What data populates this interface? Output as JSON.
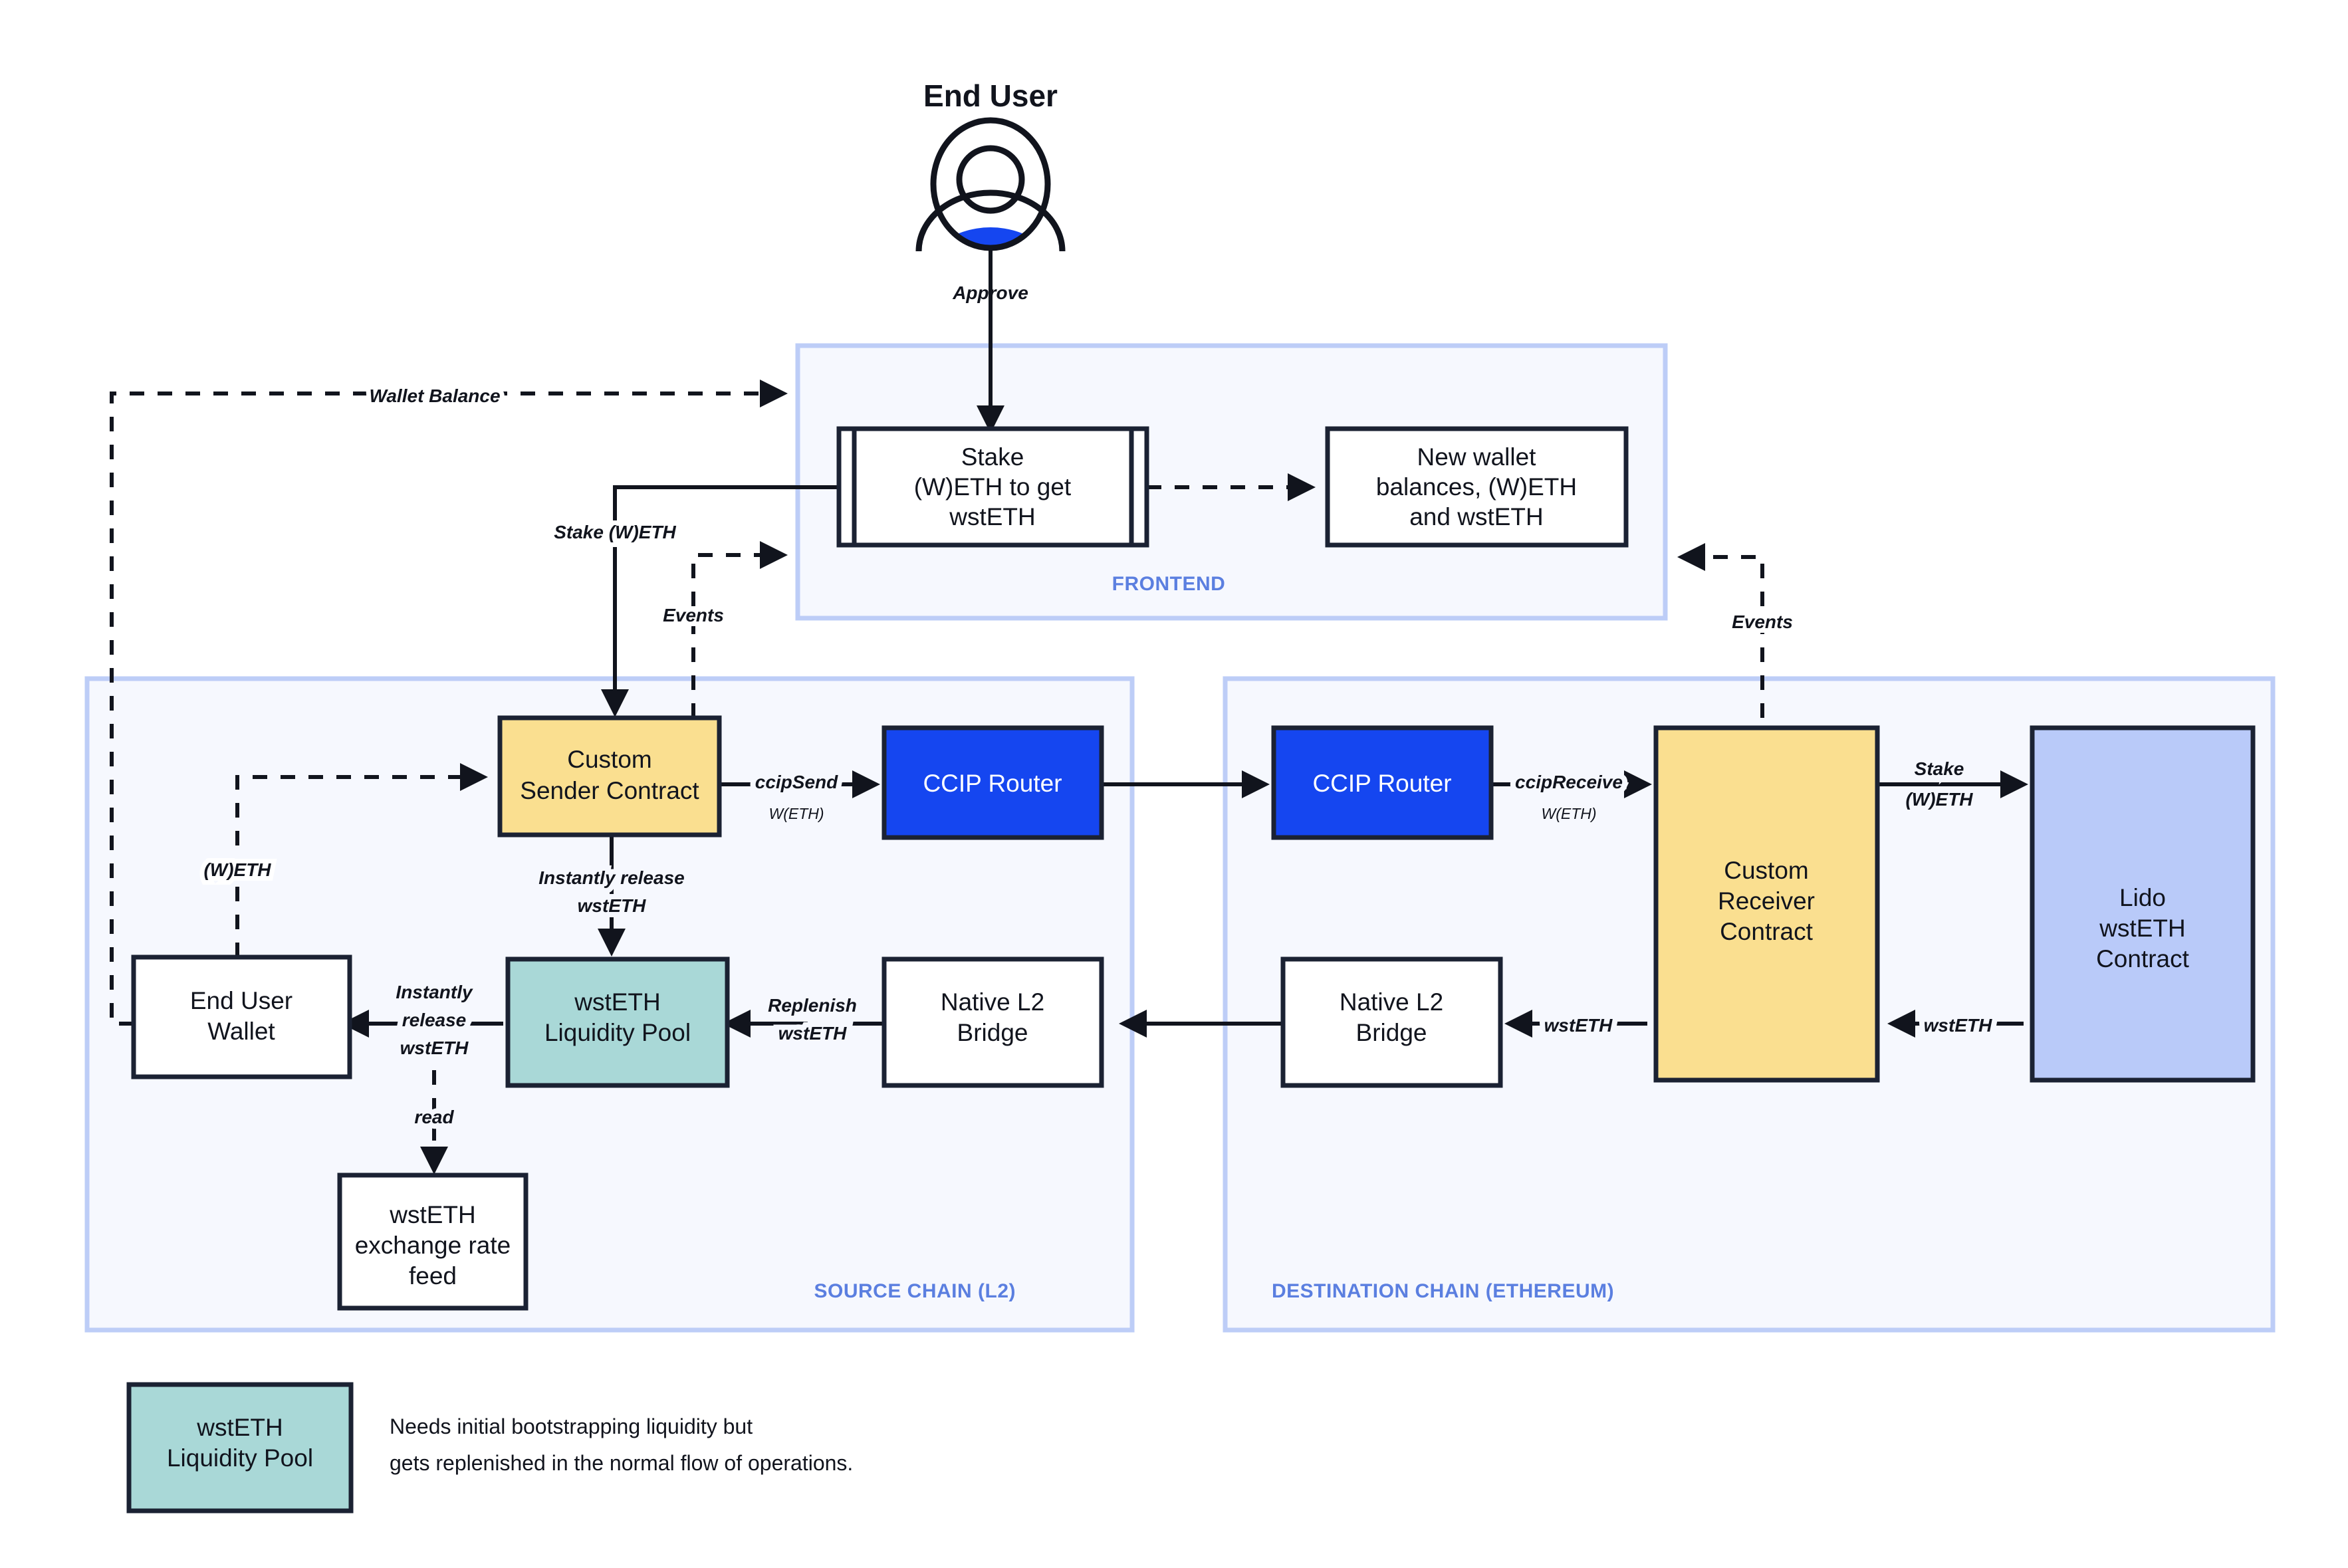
{
  "title": "End User",
  "groups": {
    "frontend": "FRONTEND",
    "source_chain": "SOURCE CHAIN (L2)",
    "destination_chain": "DESTINATION CHAIN (ETHEREUM)"
  },
  "nodes": {
    "stake_form": {
      "lines": [
        "Stake",
        "(W)ETH to get",
        "wstETH"
      ],
      "fill": "#ffffff",
      "shape": "process"
    },
    "new_balances": {
      "lines": [
        "New wallet",
        "balances, (W)ETH",
        "and wstETH"
      ],
      "fill": "#ffffff",
      "shape": "rect"
    },
    "custom_sender": {
      "lines": [
        "Custom",
        "Sender Contract"
      ],
      "fill": "#fadf90",
      "shape": "rect"
    },
    "ccip_router_src": {
      "lines": [
        "CCIP Router"
      ],
      "fill": "#1546f0",
      "textColor": "#ffffff",
      "shape": "rect"
    },
    "ccip_router_dst": {
      "lines": [
        "CCIP Router"
      ],
      "fill": "#1546f0",
      "textColor": "#ffffff",
      "shape": "rect"
    },
    "custom_receiver": {
      "lines": [
        "Custom",
        "Receiver",
        "Contract"
      ],
      "fill": "#fadf90",
      "shape": "rect"
    },
    "lido_contract": {
      "lines": [
        "Lido",
        "wstETH",
        "Contract"
      ],
      "fill": "#b9caf9",
      "shape": "rect"
    },
    "end_user_wallet": {
      "lines": [
        "End User",
        "Wallet"
      ],
      "fill": "#ffffff",
      "shape": "rect"
    },
    "liquidity_pool": {
      "lines": [
        "wstETH",
        "Liquidity Pool"
      ],
      "fill": "#a9d8d7",
      "shape": "rect"
    },
    "native_bridge_src": {
      "lines": [
        "Native L2",
        "Bridge"
      ],
      "fill": "#ffffff",
      "shape": "rect"
    },
    "native_bridge_dst": {
      "lines": [
        "Native L2",
        "Bridge"
      ],
      "fill": "#ffffff",
      "shape": "rect"
    },
    "rate_feed": {
      "lines": [
        "wstETH",
        "exchange rate",
        "feed"
      ],
      "fill": "#ffffff",
      "shape": "rect"
    }
  },
  "edges": {
    "approve": "Approve",
    "wallet_balance": "Wallet Balance",
    "stake_weth": "Stake (W)ETH",
    "events_left": "Events",
    "events_right": "Events",
    "weth": "(W)ETH",
    "ccip_send": "ccipSend",
    "ccip_send_sub": "W(ETH)",
    "ccip_receive": "ccipReceive",
    "ccip_receive_sub": "W(ETH)",
    "stake_weth_dst_l1": "Stake",
    "stake_weth_dst_l2": "(W)ETH",
    "instantly_release_1": "Instantly release",
    "instantly_release_2": "wstETH",
    "instantly_release_wallet_1": "Instantly",
    "instantly_release_wallet_2": "release",
    "instantly_release_wallet_3": "wstETH",
    "replenish_1": "Replenish",
    "replenish_2": "wstETH",
    "read": "read",
    "wsteth_a": "wstETH",
    "wsteth_b": "wstETH"
  },
  "legend": {
    "swatch_lines": [
      "wstETH",
      "Liquidity Pool"
    ],
    "swatch_fill": "#a9d8d7",
    "note_line1": "Needs initial bootstrapping liquidity but",
    "note_line2": "gets replenished in the normal flow of operations."
  },
  "colors": {
    "group_fill": "#f6f8fe",
    "group_border": "#bdcdf7",
    "group_label": "#5b7fe0",
    "stroke": "#11141d",
    "avatar_accent": "#1546f0"
  }
}
